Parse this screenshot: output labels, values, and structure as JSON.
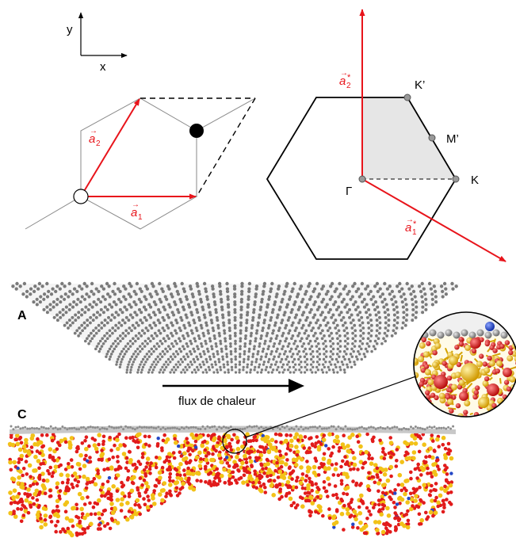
{
  "axes_indicator": {
    "y_label": "y",
    "x_label": "x"
  },
  "real_lattice": {
    "a1_label": "a1",
    "a2_label": "a2",
    "vector_symbol": "→",
    "vector_color": "#e8141b"
  },
  "reciprocal_lattice": {
    "a1_star_label": "a1*",
    "a2_star_label": "a2*",
    "points": {
      "gamma": "Γ",
      "k": "K",
      "k_prime": "K’",
      "m_prime": "M’"
    },
    "vector_color": "#e8141b",
    "shading_color": "#e6e6e6"
  },
  "structures": {
    "label_a": "A",
    "label_c": "C",
    "heat_flux_label": "flux de chaleur",
    "graphene_color": "#8c8c8c",
    "oxygen_color": "#e11b1b",
    "silicon_color": "#f2c218",
    "nitrogen_color": "#2447c6"
  }
}
